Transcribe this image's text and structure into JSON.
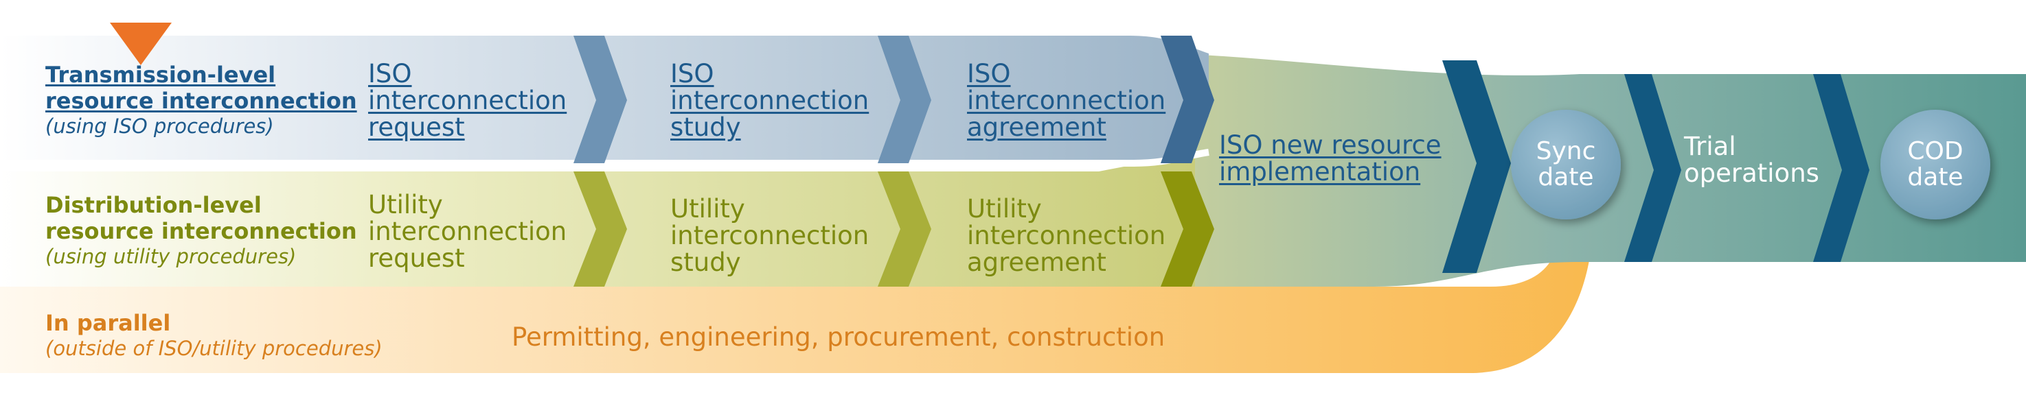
{
  "colors": {
    "transmission_blue": "#1e5a8c",
    "distribution_olive": "#7d8a10",
    "parallel_orange": "#d8801f",
    "merged_teal": "#4d8f8e",
    "chevron_navy": "#125880",
    "marker_orange": "#ec7326"
  },
  "rows": {
    "transmission": {
      "title_line1": "Transmission-level",
      "title_line2": "resource interconnection",
      "subtitle": "(using ISO procedures)"
    },
    "distribution": {
      "title_line1": "Distribution-level",
      "title_line2": "resource interconnection",
      "subtitle": "(using utility procedures)"
    },
    "parallel": {
      "title": "In parallel",
      "subtitle": "(outside of ISO/utility procedures)"
    }
  },
  "steps": {
    "iso_request": "ISO\ninterconnection\nrequest",
    "iso_study": "ISO\ninterconnection\nstudy",
    "iso_agreement": "ISO\ninterconnection\nagreement",
    "utility_request": "Utility\ninterconnection\nrequest",
    "utility_study": "Utility\ninterconnection\nstudy",
    "utility_agreement": "Utility\ninterconnection\nagreement",
    "iso_implementation": "ISO new resource\nimplementation",
    "trial_operations": "Trial\noperations",
    "parallel_work": "Permitting, engineering, procurement, construction"
  },
  "milestones": {
    "sync": "Sync\ndate",
    "cod": "COD\ndate"
  }
}
